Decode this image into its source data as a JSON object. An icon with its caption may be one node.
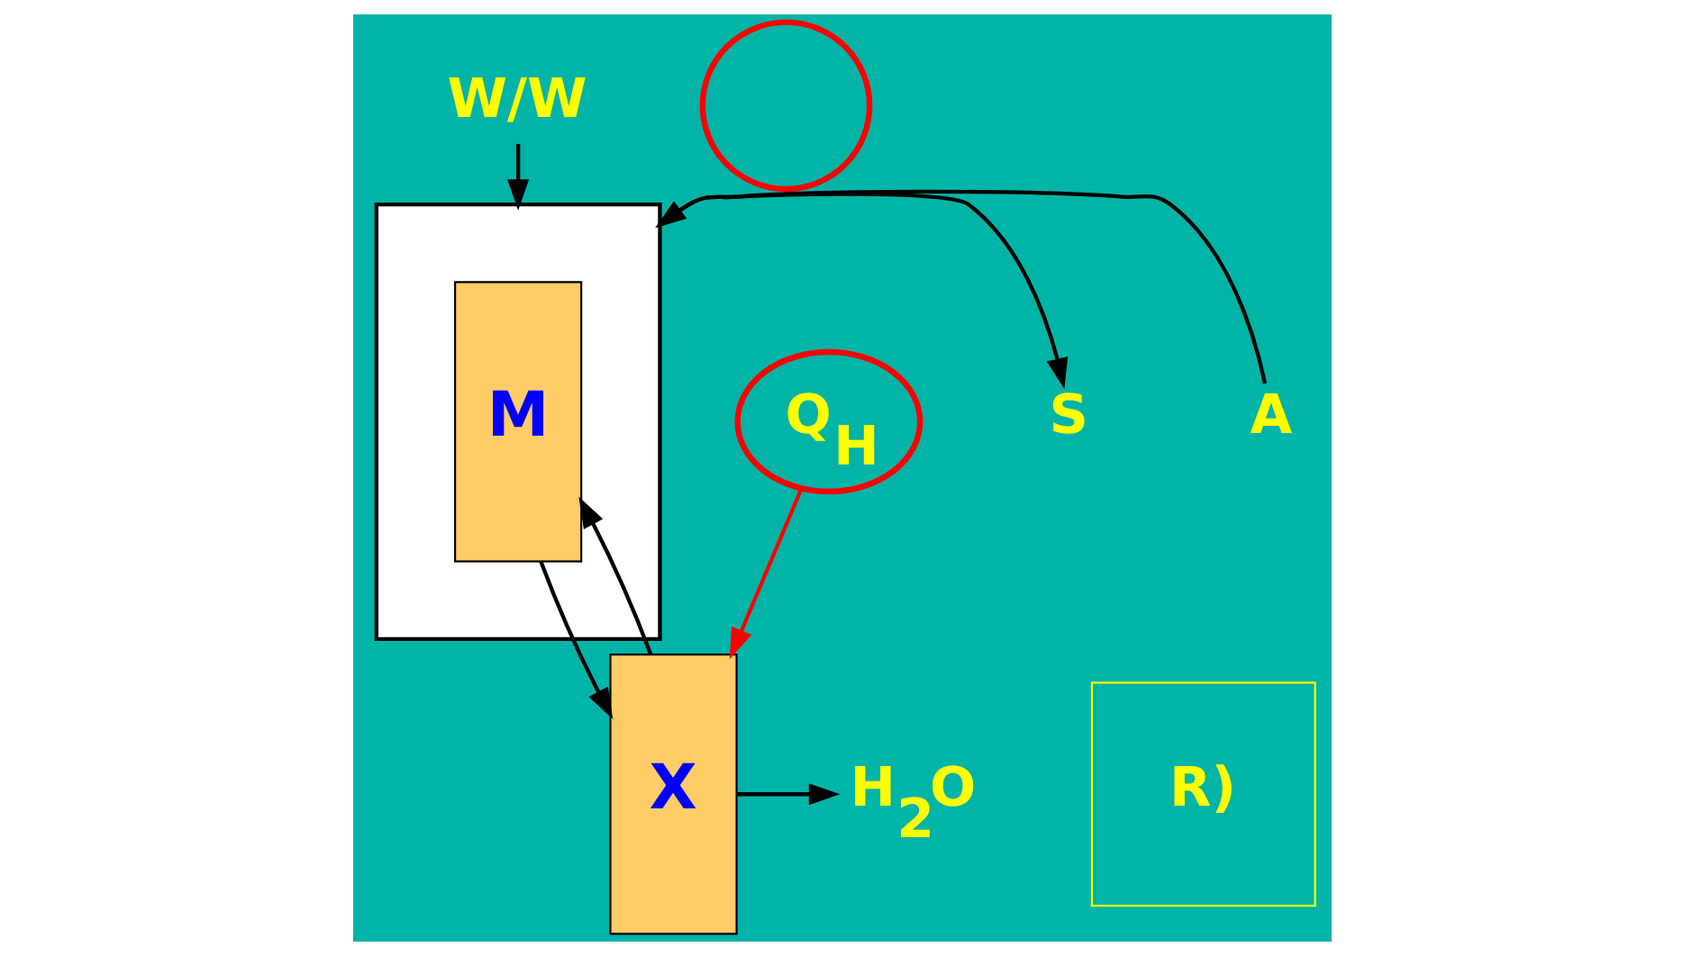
{
  "diagram": {
    "nodes": [
      {
        "text": [
          "W/W"
        ]
      },
      {
        "text": [
          "R)"
        ]
      },
      {
        "text": [],
        "shape": "circle"
      },
      {
        "text": [],
        "shape": "box"
      },
      {
        "text": [
          "M"
        ],
        "in": 3
      },
      {
        "text": [
          "X"
        ]
      },
      {
        "text": [
          "H$_{2}$O"
        ]
      },
      {
        "text": [
          "Q$_{H}$"
        ]
      },
      {
        "text": [
          "S"
        ]
      },
      {
        "text": [
          "A"
        ]
      }
    ],
    "edges": [
      {
        "from": 0,
        "to": 3,
        "arrow": "to"
      },
      {
        "from": 4,
        "to": 5,
        "arrow": "to"
      },
      {
        "from": 5,
        "to": 4,
        "arrow": "to"
      },
      {
        "from": 5,
        "to": 6,
        "arrow": "to"
      },
      {
        "from": 7,
        "to": 5,
        "arrow": "to",
        "color": "#ff0000"
      },
      {
        "from": 3,
        "to": 8,
        "arrow": "to"
      },
      {
        "from": 9,
        "to": 3,
        "arrow": "to"
      }
    ]
  }
}
